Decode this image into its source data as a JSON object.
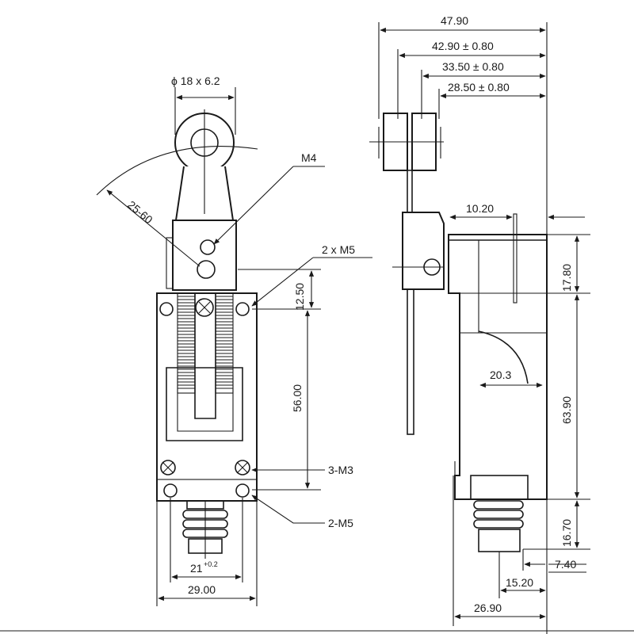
{
  "labels": {
    "roller": "ϕ 18 x 6.2",
    "m4": "M4",
    "arm_angle": "25-60",
    "two_m5_top": "2 x M5",
    "d1250": "12.50",
    "d5600": "56.00",
    "three_m3": "3-M3",
    "two_m5_bottom": "2-M5",
    "d21": "21",
    "d21_tol": "+0.2",
    "d2900": "29.00",
    "d4790": "47.90",
    "d4290": "42.90 ± 0.80",
    "d3350": "33.50 ± 0.80",
    "d2850": "28.50 ± 0.80",
    "d1020": "10.20",
    "d1780": "17.80",
    "d203": "20.3",
    "d6390": "63.90",
    "d1670": "16.70",
    "d740": "7.40",
    "d1520": "15.20",
    "d2690": "26.90"
  }
}
